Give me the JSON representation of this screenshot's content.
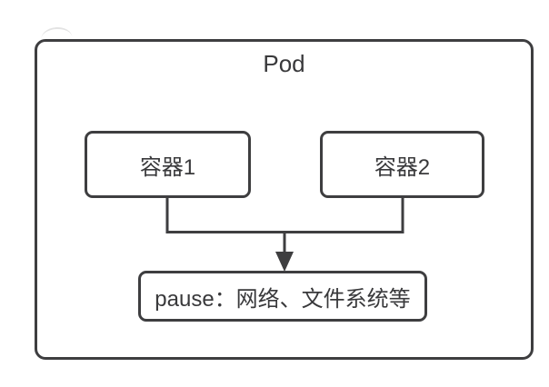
{
  "diagram": {
    "type": "kubernetes-pod-structure",
    "pod": {
      "title": "Pod"
    },
    "containers": [
      {
        "label": "容器1"
      },
      {
        "label": "容器2"
      }
    ],
    "pause": {
      "label": "pause：网络、文件系统等"
    },
    "relations": [
      {
        "from": "容器1",
        "to": "pause",
        "style": "elbow-line"
      },
      {
        "from": "容器2",
        "to": "pause",
        "style": "elbow-line"
      },
      {
        "joined_arrow": "down",
        "target": "pause"
      }
    ],
    "colors": {
      "line": "#3e3e40",
      "text": "#39393b",
      "background": "#ffffff"
    }
  }
}
